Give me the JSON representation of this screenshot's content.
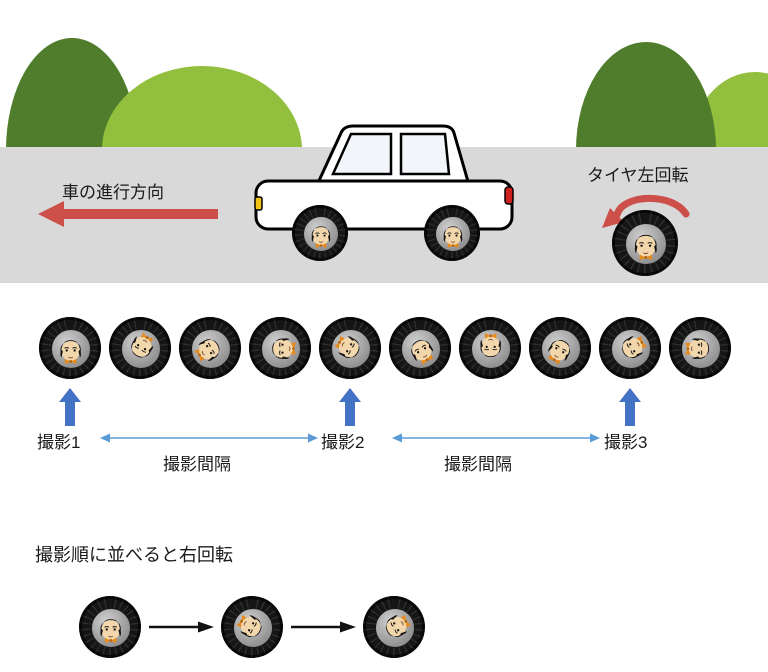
{
  "scene": {
    "direction_label": "車の進行方向",
    "tire_rotation_label": "タイヤ左回転"
  },
  "shots": [
    {
      "label": "撮影1"
    },
    {
      "label": "撮影2"
    },
    {
      "label": "撮影3"
    }
  ],
  "intervals": [
    {
      "label": "撮影間隔"
    },
    {
      "label": "撮影間隔"
    }
  ],
  "bottom": {
    "title": "撮影順に並べると右回転"
  },
  "wheel_strip": {
    "rotations": [
      0,
      210,
      60,
      270,
      120,
      330,
      180,
      30,
      240,
      90
    ]
  },
  "bottom_wheels": {
    "rotations": [
      0,
      120,
      240
    ]
  },
  "car_wheels": {
    "rotations": [
      0,
      0
    ]
  },
  "demo_wheel": {
    "rotation": 0
  },
  "colors": {
    "accent_red": "#cc4f4a",
    "accent_blue": "#4472c4",
    "interval_blue": "#5b9bd5",
    "road_gray": "#d9d9d9",
    "hill_dark": "#4f7d2b",
    "hill_light": "#92bf3e"
  }
}
